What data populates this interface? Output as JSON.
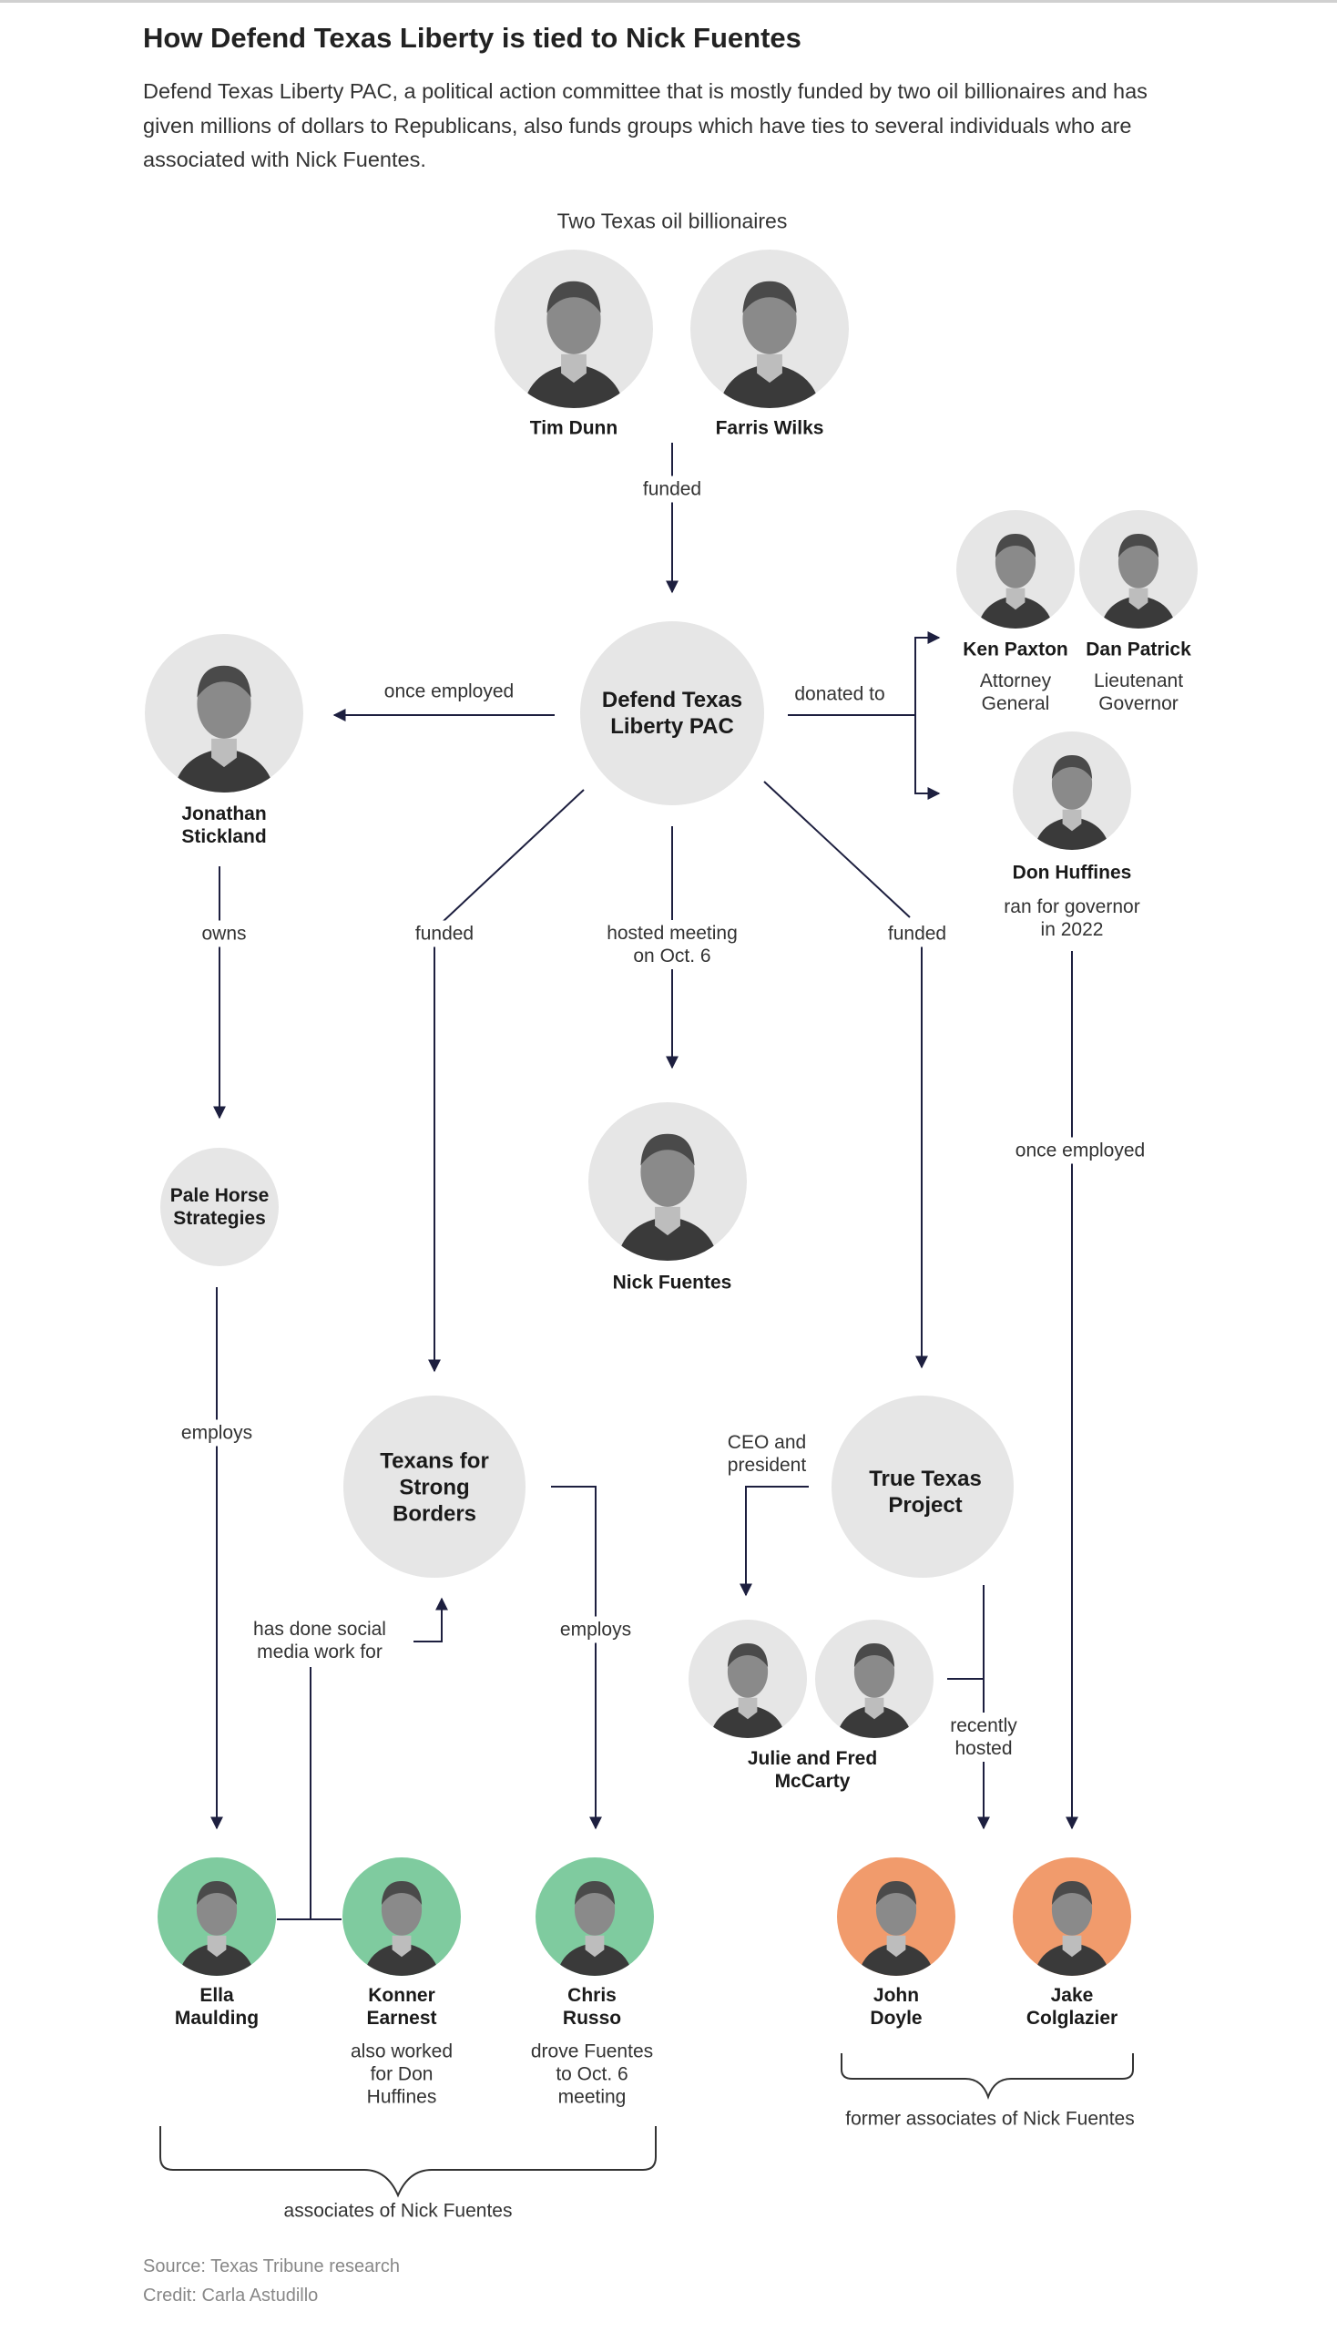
{
  "title": "How Defend Texas Liberty is tied to Nick Fuentes",
  "intro": "Defend Texas Liberty PAC, a political action committee that is mostly funded by two oil billionaires and has given millions of dollars to Republicans, also funds groups which have ties to several individuals who are associated with Nick Fuentes.",
  "top_label": "Two Texas oil billionaires",
  "people": {
    "tim_dunn": "Tim Dunn",
    "farris_wilks": "Farris Wilks",
    "ken_paxton": "Ken Paxton",
    "ken_paxton_role": "Attorney\nGeneral",
    "dan_patrick": "Dan Patrick",
    "dan_patrick_role": "Lieutenant\nGovernor",
    "don_huffines": "Don Huffines",
    "don_huffines_note": "ran for governor\nin 2022",
    "jonathan_stickland": "Jonathan\nStickland",
    "nick_fuentes": "Nick Fuentes",
    "mccartys": "Julie and Fred\nMcCarty",
    "ella_maulding": "Ella\nMaulding",
    "konner_earnest": "Konner\nEarnest",
    "konner_earnest_note": "also worked\nfor Don\nHuffines",
    "chris_russo": "Chris\nRusso",
    "chris_russo_note": "drove Fuentes\nto Oct. 6\nmeeting",
    "john_doyle": "John\nDoyle",
    "jake_colglazier": "Jake\nColglazier"
  },
  "orgs": {
    "pac": "Defend Texas\nLiberty PAC",
    "pale_horse": "Pale Horse\nStrategies",
    "texans_borders": "Texans for\nStrong\nBorders",
    "true_texas": "True Texas\nProject"
  },
  "edges": {
    "funded_top": "funded",
    "once_employed_left": "once employed",
    "donated_to": "donated to",
    "owns": "owns",
    "funded_left": "funded",
    "hosted_meeting": "hosted meeting\non Oct. 6",
    "funded_right": "funded",
    "once_employed_right": "once employed",
    "employs_left": "employs",
    "employs_mid": "employs",
    "social_media": "has done social\nmedia work for",
    "ceo": "CEO and\npresident",
    "recently_hosted": "recently\nhosted"
  },
  "groups": {
    "associates": "associates of Nick Fuentes",
    "former_associates": "former associates of Nick Fuentes"
  },
  "footer": {
    "source": "Source: Texas Tribune research",
    "credit": "Credit: Carla Astudillo"
  },
  "colors": {
    "line": "#1d1f3f",
    "associate": "#7fcb9f",
    "former_associate": "#f19b6c",
    "node": "#e6e6e6"
  }
}
